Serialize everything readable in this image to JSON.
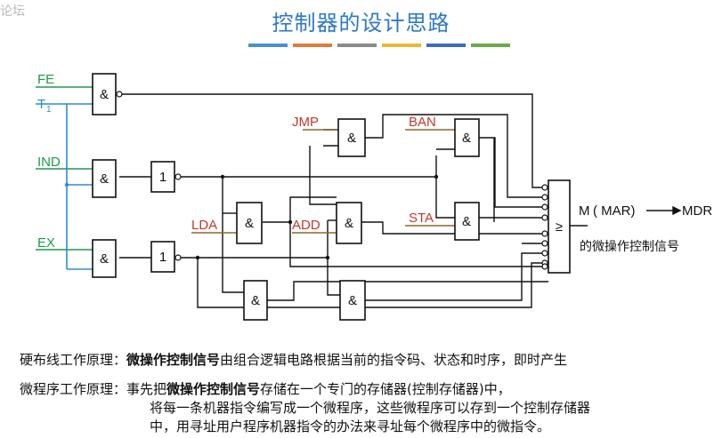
{
  "slide": {
    "title": "控制器的设计思路",
    "watermark": "论坛",
    "title_stripe_colors": [
      "#4a8fd4",
      "#e07b39",
      "#8a8a8a",
      "#e8b830",
      "#3a6fb8",
      "#6aaa4a"
    ]
  },
  "diagram": {
    "inputs": {
      "fe": "FE",
      "t1": "T",
      "t1_sub": "1",
      "ind": "IND",
      "ex": "EX",
      "jmp": "JMP",
      "lda": "LDA",
      "add": "ADD",
      "ban": "BAN",
      "sta": "STA"
    },
    "gate_and": "&",
    "gate_not": "1",
    "gate_or": "≥",
    "output": {
      "m": "M",
      "mar": "( MAR)",
      "mdr": "MDR",
      "caption": "的微操作控制信号"
    },
    "colors": {
      "green_wire": "#1e9a4a",
      "blue_wire": "#2a8fd0",
      "brown_wire": "#8a6a2a",
      "red_label": "#c0392b",
      "black": "#111111"
    }
  },
  "text": {
    "hard_label": "硬布线工作原理：",
    "hard_bold": "微操作控制信号",
    "hard_rest": "由组合逻辑电路根据当前的指令码、状态和时序，即时产生",
    "micro_label": "微程序工作原理：",
    "micro_line1_a": "事先把",
    "micro_line1_bold": "微操作控制信号",
    "micro_line1_b": "存储在一个专门的存储器(控制存储器)中，",
    "micro_line2": "将每一条机器指令编写成一个微程序，这些微程序可以存到一个控制存储器",
    "micro_line3": "中，用寻址用户程序机器指令的办法来寻址每个微程序中的微指令。"
  }
}
